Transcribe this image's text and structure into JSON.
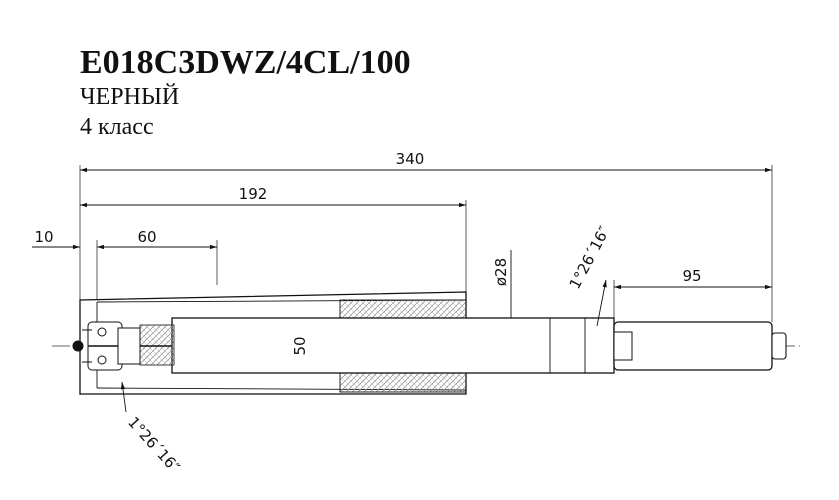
{
  "header": {
    "model": "E018C3DWZ/4CL/100",
    "color": "ЧЕРНЫЙ",
    "class": "4 класс"
  },
  "dimensions": {
    "overall_length": "340",
    "body_length": "192",
    "offset": "10",
    "guide_length": "60",
    "rod_extension": "95",
    "body_diameter": "50",
    "rod_diameter": "ø28",
    "taper_top": "1°26´16″",
    "taper_bottom": "1°26´16″"
  }
}
